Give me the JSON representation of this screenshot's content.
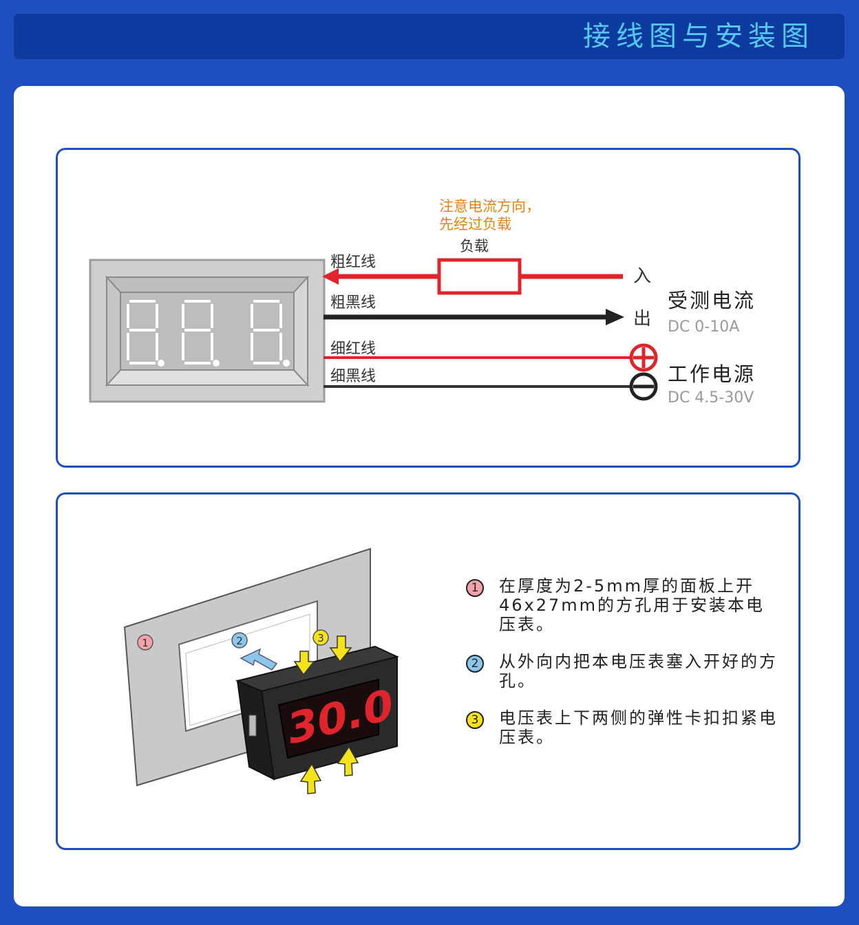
{
  "header": {
    "title": "接线图与安装图"
  },
  "wiring": {
    "note_line1": "注意电流方向，",
    "note_line2": "先经过负载",
    "load_label": "负载",
    "wires": {
      "thick_red": "粗红线",
      "thick_black": "粗黑线",
      "thin_red": "细红线",
      "thin_black": "细黑线"
    },
    "in_label": "入",
    "out_label": "出",
    "measured_current": {
      "title": "受测电流",
      "spec": "DC 0-10A"
    },
    "power_supply": {
      "title": "工作电源",
      "spec": "DC 4.5-30V"
    },
    "colors": {
      "red": "#e0242c",
      "black": "#222222",
      "orange": "#e8820e",
      "gray_panel": "#cfcfcf"
    }
  },
  "install": {
    "display_value": "30.0",
    "markers": [
      "1",
      "2",
      "3"
    ],
    "steps": [
      {
        "badge": "1",
        "color": "#f2a3aa",
        "text": "在厚度为2-5mm厚的面板上开46x27mm的方孔用于安装本电压表。"
      },
      {
        "badge": "2",
        "color": "#8cc6ea",
        "text": "从外向内把本电压表塞入开好的方孔。"
      },
      {
        "badge": "3",
        "color": "#f4e21a",
        "text": "电压表上下两侧的弹性卡扣扣紧电压表。"
      }
    ]
  }
}
